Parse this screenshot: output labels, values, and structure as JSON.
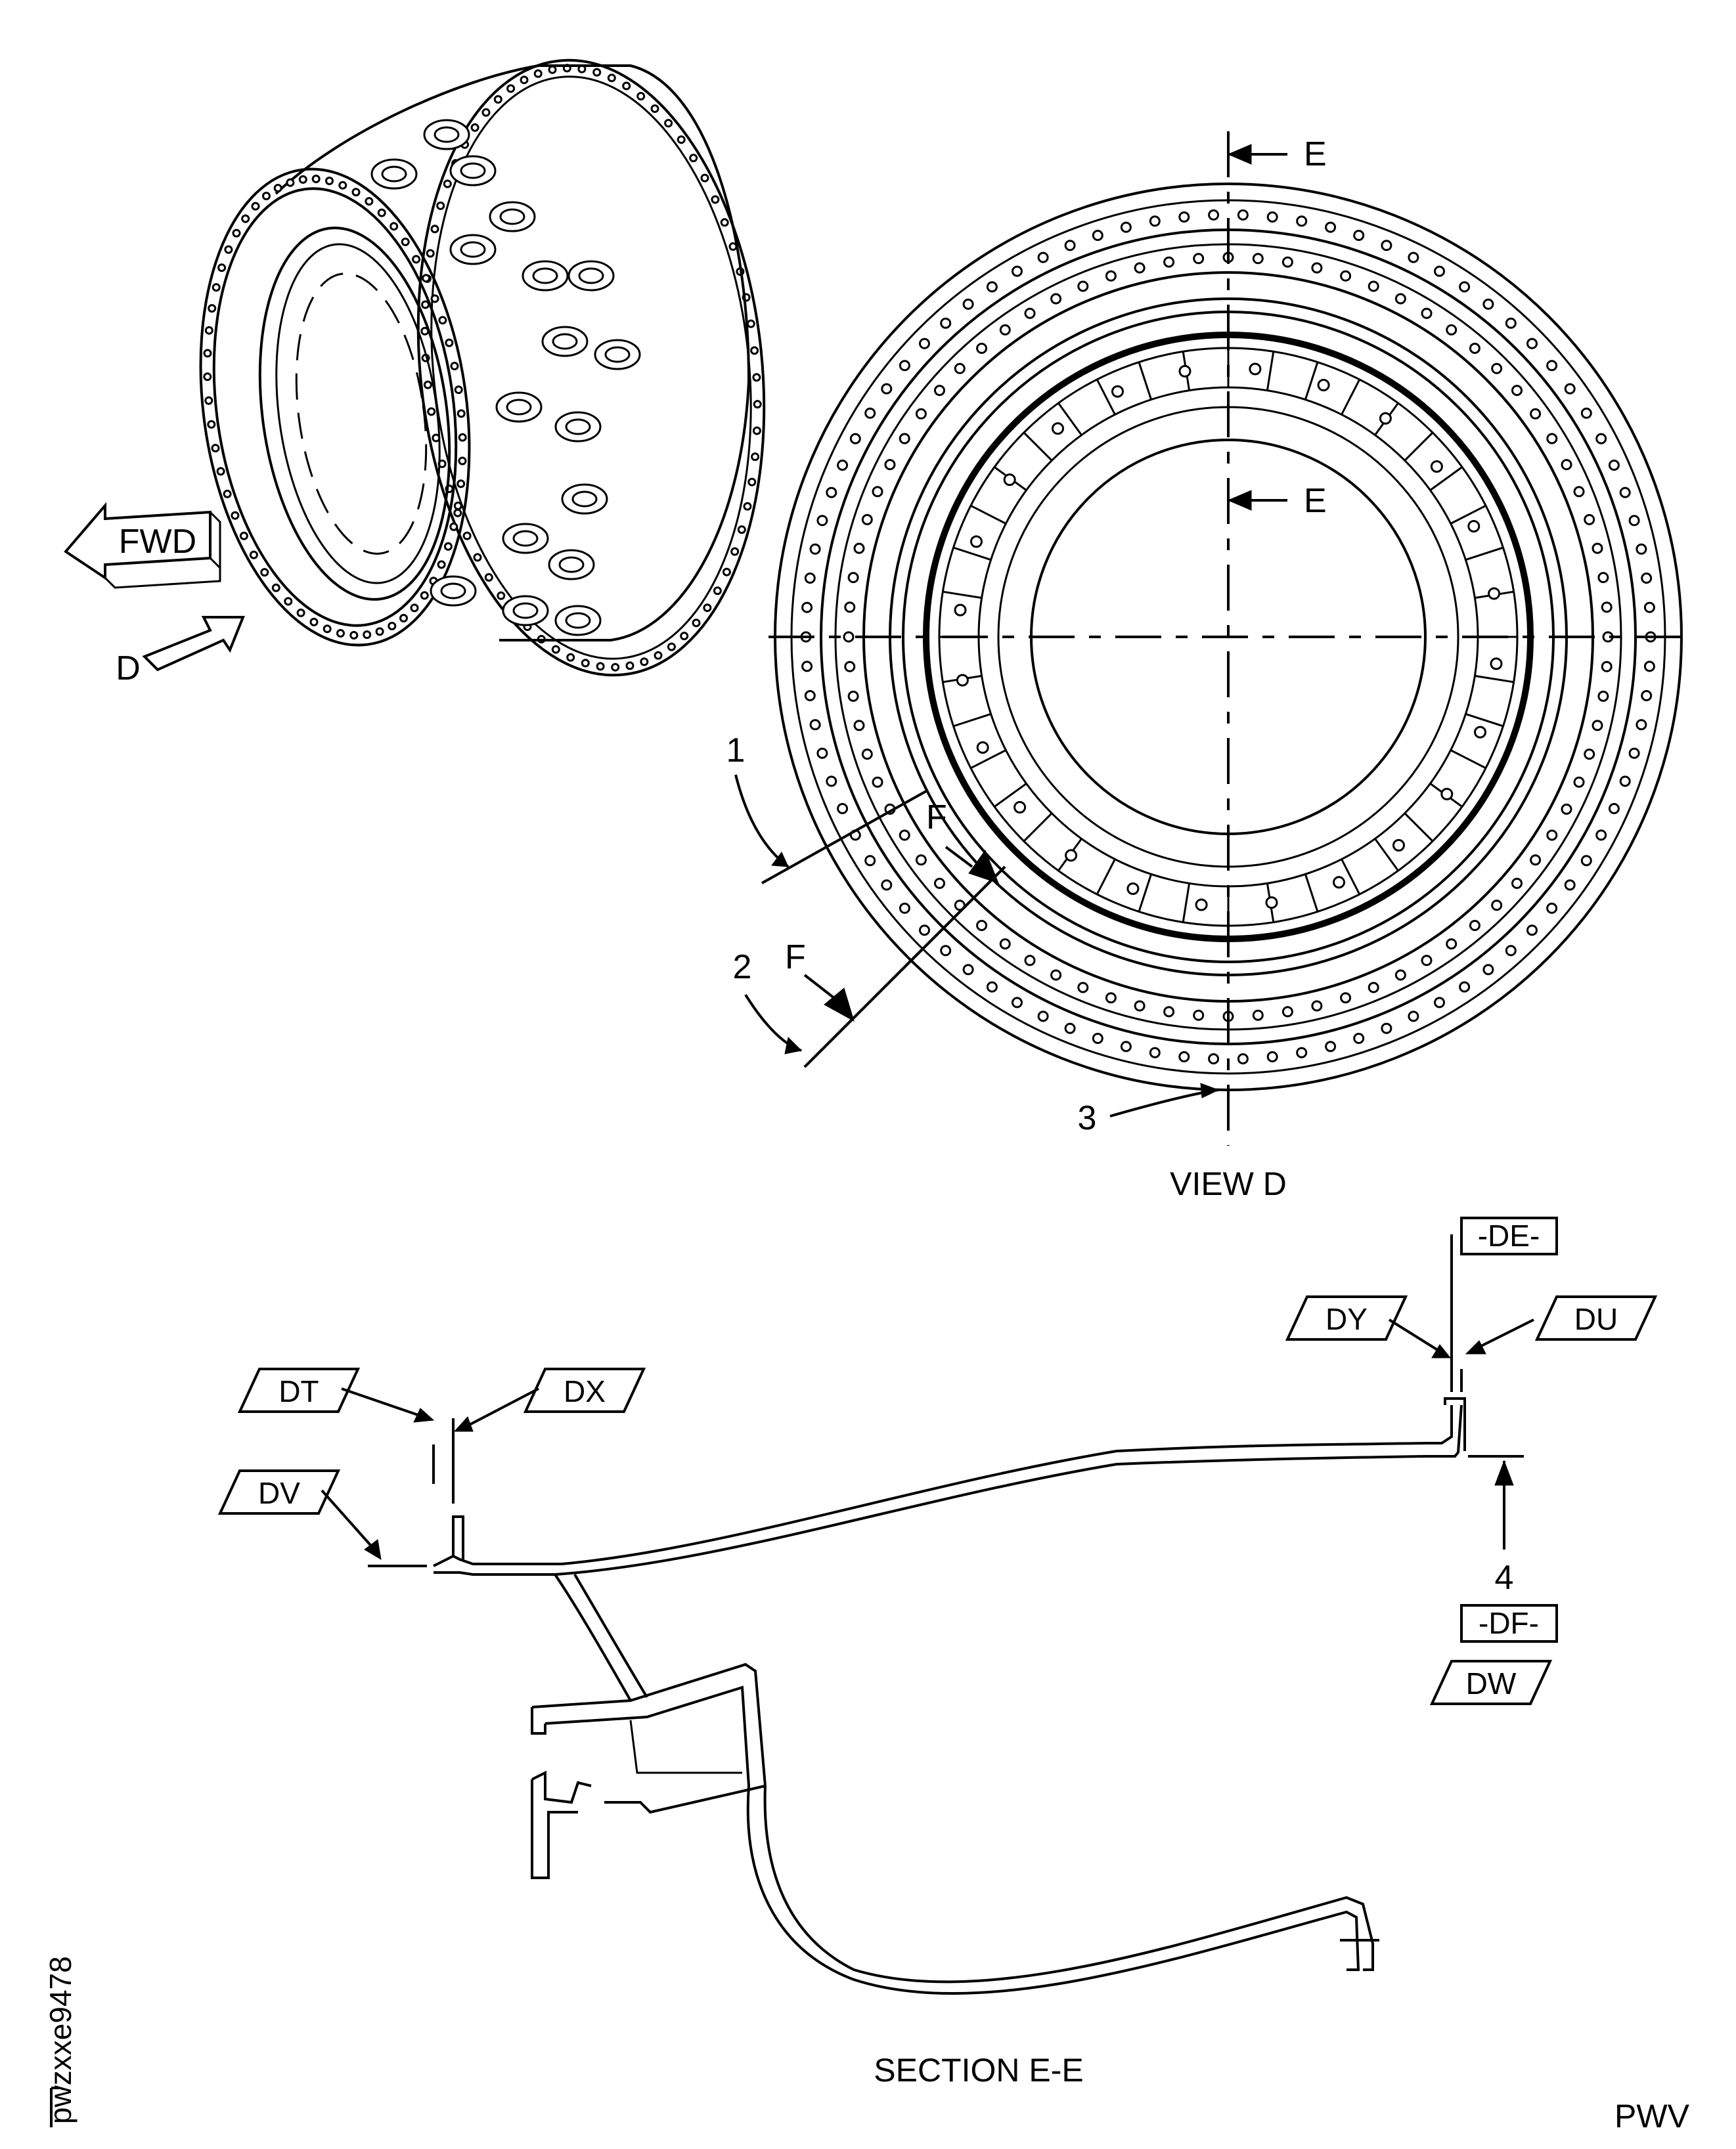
{
  "iso_view": {
    "fwd_label": "FWD",
    "view_arrow_label": "D"
  },
  "view_d": {
    "title": "VIEW D",
    "section_marker_top": "E",
    "section_marker_mid": "E",
    "callout_1": "1",
    "callout_2": "2",
    "callout_3": "3",
    "detail_marker_upper": "F",
    "detail_marker_lower": "F"
  },
  "section_ee": {
    "title": "SECTION E-E",
    "callout_4": "4",
    "datums": {
      "de": "-DE-",
      "df": "-DF-"
    },
    "features": {
      "dt": "DT",
      "dx": "DX",
      "dv": "DV",
      "dy": "DY",
      "du": "DU",
      "dw": "DW"
    }
  },
  "footer": {
    "figure_id": "pwzxxe9478",
    "code": "PWV"
  }
}
